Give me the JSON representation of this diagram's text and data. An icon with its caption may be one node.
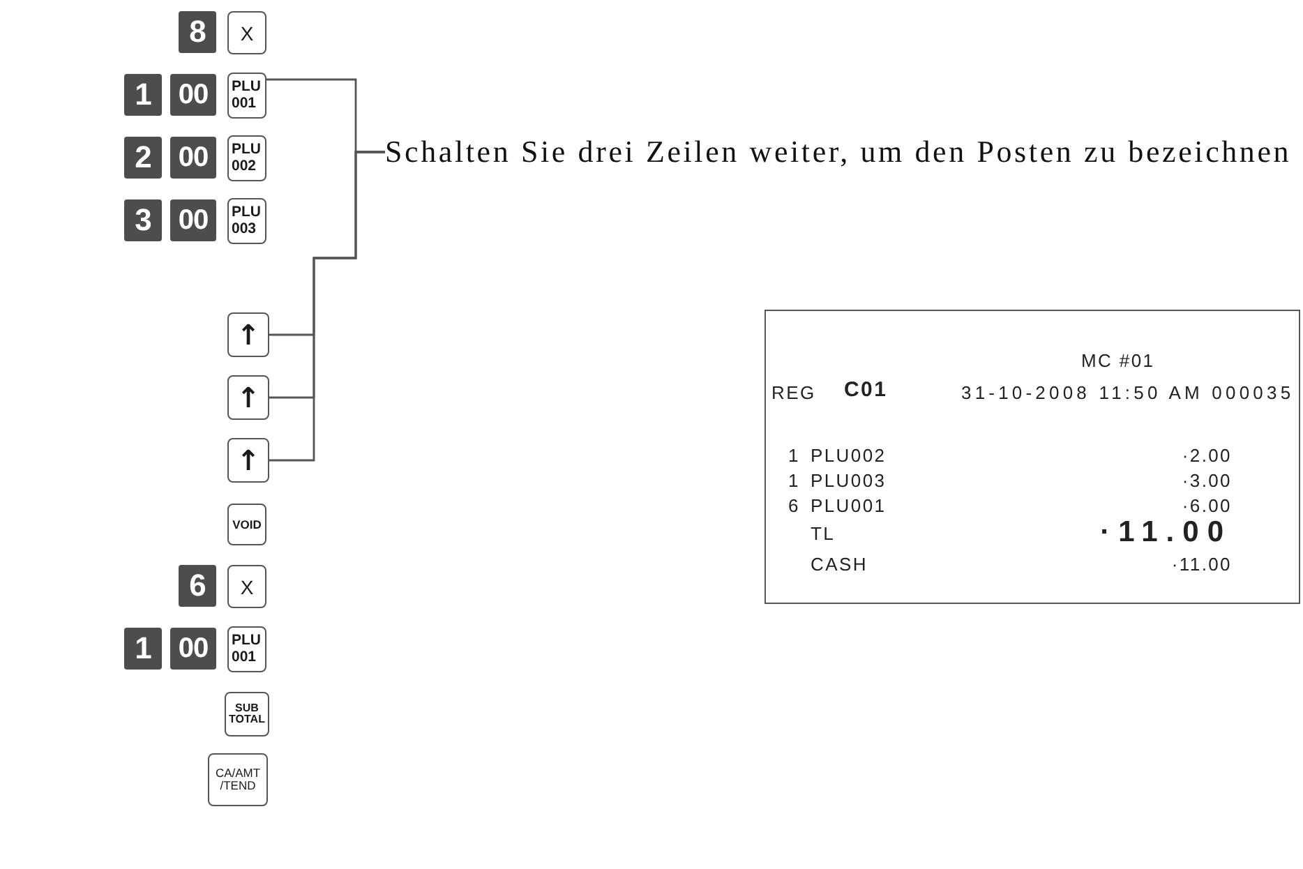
{
  "diagram": {
    "nodes": [
      {
        "text": [
          "8"
        ]
      },
      {
        "text": [
          "X"
        ]
      },
      {
        "text": [
          "1"
        ]
      },
      {
        "text": [
          "00"
        ]
      },
      {
        "text": [
          "PLU 001"
        ]
      },
      {
        "text": [
          "2"
        ]
      },
      {
        "text": [
          "00"
        ]
      },
      {
        "text": [
          "PLU 002"
        ]
      },
      {
        "text": [
          "3"
        ]
      },
      {
        "text": [
          "00"
        ]
      },
      {
        "text": [
          "PLU 003"
        ]
      },
      {
        "text": [
          "↑"
        ]
      },
      {
        "text": [
          "↑"
        ]
      },
      {
        "text": [
          "↑"
        ]
      },
      {
        "text": [
          "VOID"
        ]
      },
      {
        "text": [
          "6"
        ]
      },
      {
        "text": [
          "X"
        ]
      },
      {
        "text": [
          "1"
        ]
      },
      {
        "text": [
          "00"
        ]
      },
      {
        "text": [
          "PLU 001"
        ]
      },
      {
        "text": [
          "SUB TOTAL"
        ]
      },
      {
        "text": [
          "CA/AMT /TEND"
        ]
      },
      {
        "text": [
          "Schalten Sie drei Zeilen weiter, um den Posten zu bezeichnen"
        ]
      },
      {
        "text": [
          "MC #01",
          "REG",
          "C01",
          "31-10-2008 11:50 AM 000035",
          "1",
          "PLU002",
          "·2.00",
          "1",
          "PLU003",
          "·3.00",
          "6",
          "PLU001",
          "·6.00",
          "TL",
          "·11.00",
          "CASH",
          "·11.00"
        ]
      }
    ],
    "edges": [
      {
        "from": 22,
        "to": 4,
        "arrow": "none"
      },
      {
        "from": 22,
        "to": 11,
        "arrow": "none"
      },
      {
        "from": 22,
        "to": 12,
        "arrow": "none"
      },
      {
        "from": 22,
        "to": 13,
        "arrow": "none"
      }
    ]
  }
}
